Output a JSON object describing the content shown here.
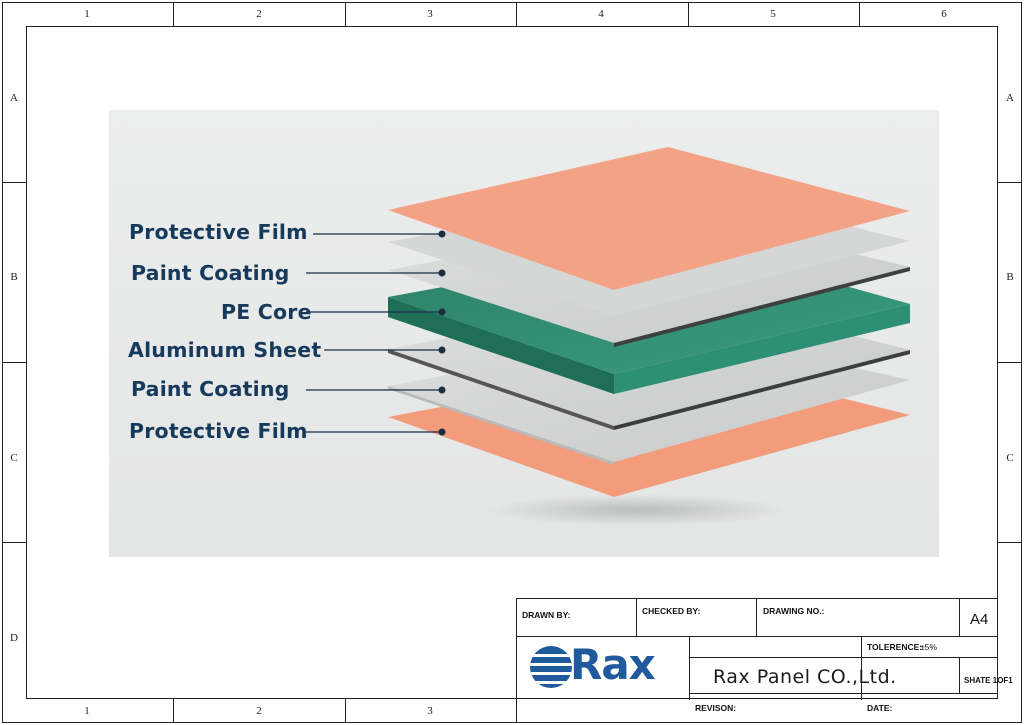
{
  "grid": {
    "columns_top": [
      "1",
      "2",
      "3",
      "4",
      "5",
      "6"
    ],
    "columns_bottom": [
      "1",
      "2",
      "3"
    ],
    "rows": [
      "A",
      "B",
      "C",
      "D"
    ]
  },
  "diagram": {
    "labels": [
      "Protective Film",
      "Paint Coating",
      "PE Core",
      "Aluminum Sheet",
      "Paint Coating",
      "Protective Film"
    ],
    "colors": {
      "protective_film": "#f2a58a",
      "paint_coating": "#d2d3d3",
      "pe_core": "#2f8a70",
      "label_text": "#163a5c"
    }
  },
  "title_block": {
    "drawn_by": "DRAWN BY:",
    "checked_by": "CHECKED BY:",
    "drawing_no": "DRAWING NO.:",
    "sheet_size": "A4",
    "tolerance_label": "TOLERENCE:",
    "tolerance_value": "±5%",
    "logo_text": "Rax",
    "company": "Rax Panel CO.,Ltd.",
    "sheet": "SHATE 1OF1",
    "revision": "REVISON:",
    "date": "DATE:",
    "logo_color": "#1f5a9c"
  }
}
